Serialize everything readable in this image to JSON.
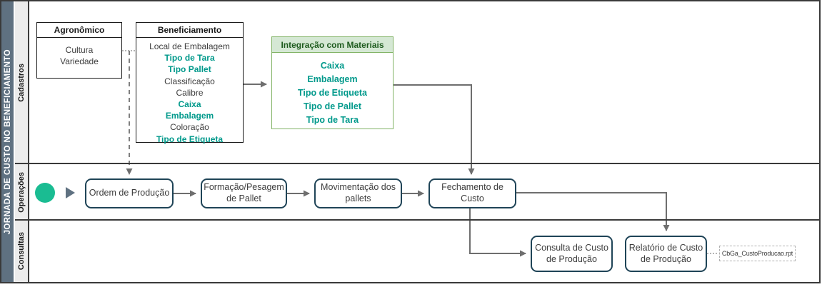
{
  "title": "JORNADA DE CUSTO NO BENEFICIAMENTO",
  "lanes": [
    {
      "label": "Cadastros"
    },
    {
      "label": "Operações"
    },
    {
      "label": "Consultas"
    }
  ],
  "cadastros": {
    "agronomico": {
      "title": "Agronômico",
      "items": [
        {
          "text": "Cultura"
        },
        {
          "text": "Variedade"
        }
      ]
    },
    "beneficiamento": {
      "title": "Beneficiamento",
      "items": [
        {
          "text": "Local de Embalagem",
          "highlight": false
        },
        {
          "text": "Tipo de Tara",
          "highlight": true
        },
        {
          "text": "Tipo Pallet",
          "highlight": true
        },
        {
          "text": "Classificação",
          "highlight": false
        },
        {
          "text": "Calibre",
          "highlight": false
        },
        {
          "text": "Caixa",
          "highlight": true
        },
        {
          "text": "Embalagem",
          "highlight": true
        },
        {
          "text": "Coloração",
          "highlight": false
        },
        {
          "text": "Tipo de Etiqueta",
          "highlight": true
        }
      ]
    },
    "integracao": {
      "title": "Integração com Materiais",
      "items": [
        {
          "text": "Caixa"
        },
        {
          "text": "Embalagem"
        },
        {
          "text": "Tipo de Etiqueta"
        },
        {
          "text": "Tipo de Pallet"
        },
        {
          "text": "Tipo de Tara"
        }
      ]
    }
  },
  "operacoes": {
    "steps": [
      {
        "lines": [
          "Ordem de Produção"
        ]
      },
      {
        "lines": [
          "Formação/Pesagem",
          "de Pallet"
        ]
      },
      {
        "lines": [
          "Movimentação dos",
          "pallets"
        ]
      },
      {
        "lines": [
          "Fechamento de",
          "Custo"
        ]
      }
    ]
  },
  "consultas": {
    "steps": [
      {
        "lines": [
          "Consulta de Custo",
          "de Produção"
        ]
      },
      {
        "lines": [
          "Relatório de Custo",
          "de Produção"
        ]
      }
    ],
    "report_file": "CbGa_CustoProducao.rpt"
  },
  "colors": {
    "sidebar": "#5f7181",
    "lane_strip": "#ececec",
    "accent_teal": "#00998b",
    "start_event_green": "#1abc92",
    "green_header_fill": "#d5e8d4",
    "green_stroke": "#82b366",
    "process_stroke": "#1f4457",
    "connector_gray": "#6e6e6e"
  }
}
